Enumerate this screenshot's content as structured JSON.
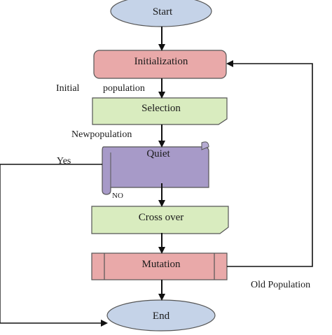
{
  "nodes": {
    "start": {
      "label": "Start",
      "fill": "#c5d3e8"
    },
    "initialization": {
      "label": "Initialization",
      "fill": "#e9a9a9"
    },
    "selection": {
      "label": "Selection",
      "fill": "#d9ecbf"
    },
    "quiet": {
      "label": "Quiet",
      "fill": "#a79ac8"
    },
    "crossover": {
      "label": "Cross over",
      "fill": "#d9ecbf"
    },
    "mutation": {
      "label": "Mutation",
      "fill": "#e9a9a9"
    },
    "end": {
      "label": "End",
      "fill": "#c5d3e8"
    }
  },
  "edge_labels": {
    "initial": "Initial",
    "population": "population",
    "newpopulation": "Newpopulation",
    "yes": "Yes",
    "no": "NO",
    "old_population": "Old Population"
  },
  "colors": {
    "stroke": "#555555",
    "arrow": "#111111"
  }
}
